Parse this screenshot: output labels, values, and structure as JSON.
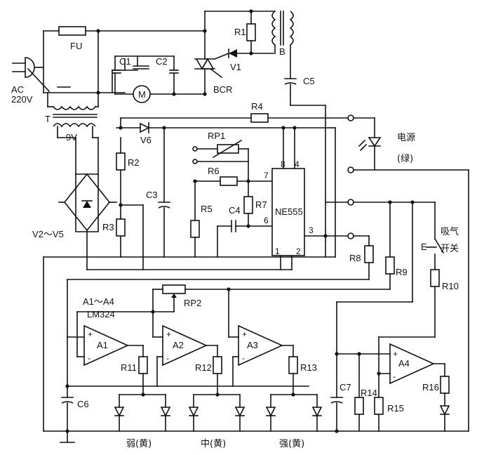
{
  "labels": {
    "fu": "FU",
    "ac": "AC",
    "v220": "220V",
    "t": "T",
    "c1": "C1",
    "c2": "C2",
    "motor": "M",
    "r1": "R1",
    "b": "B",
    "v1": "V1",
    "bcr": "BCR",
    "c5": "C5",
    "r4": "R4",
    "nine_v": "9V",
    "v6": "V6",
    "rp1": "RP1",
    "r2": "R2",
    "r6": "R6",
    "c3": "C3",
    "r5": "R5",
    "r7": "R7",
    "c4": "C4",
    "ne555": "NE555",
    "pin8": "8",
    "pin4": "4",
    "pin7": "7",
    "pin6": "6",
    "pin3": "3",
    "pin1": "1",
    "pin2": "2",
    "r3": "R3",
    "v2v5": "V2～V5",
    "power_led": "电源",
    "power_color": "(绿)",
    "suction_line1": "吸气",
    "suction_line2": "开关",
    "switch_e": "E",
    "r8": "R8",
    "r9": "R9",
    "r10": "R10",
    "a1a4": "A1～A4",
    "lm324": "LM324",
    "rp2": "RP2",
    "a1": "A1",
    "a2": "A2",
    "a3": "A3",
    "a4": "A4",
    "r11": "R11",
    "r12": "R12",
    "r13": "R13",
    "r14": "R14",
    "r15": "R15",
    "r16": "R16",
    "c6": "C6",
    "c7": "C7",
    "weak": "弱(黄)",
    "medium": "中(黄)",
    "strong": "强(黄)",
    "plus": "+",
    "minus": "-"
  }
}
